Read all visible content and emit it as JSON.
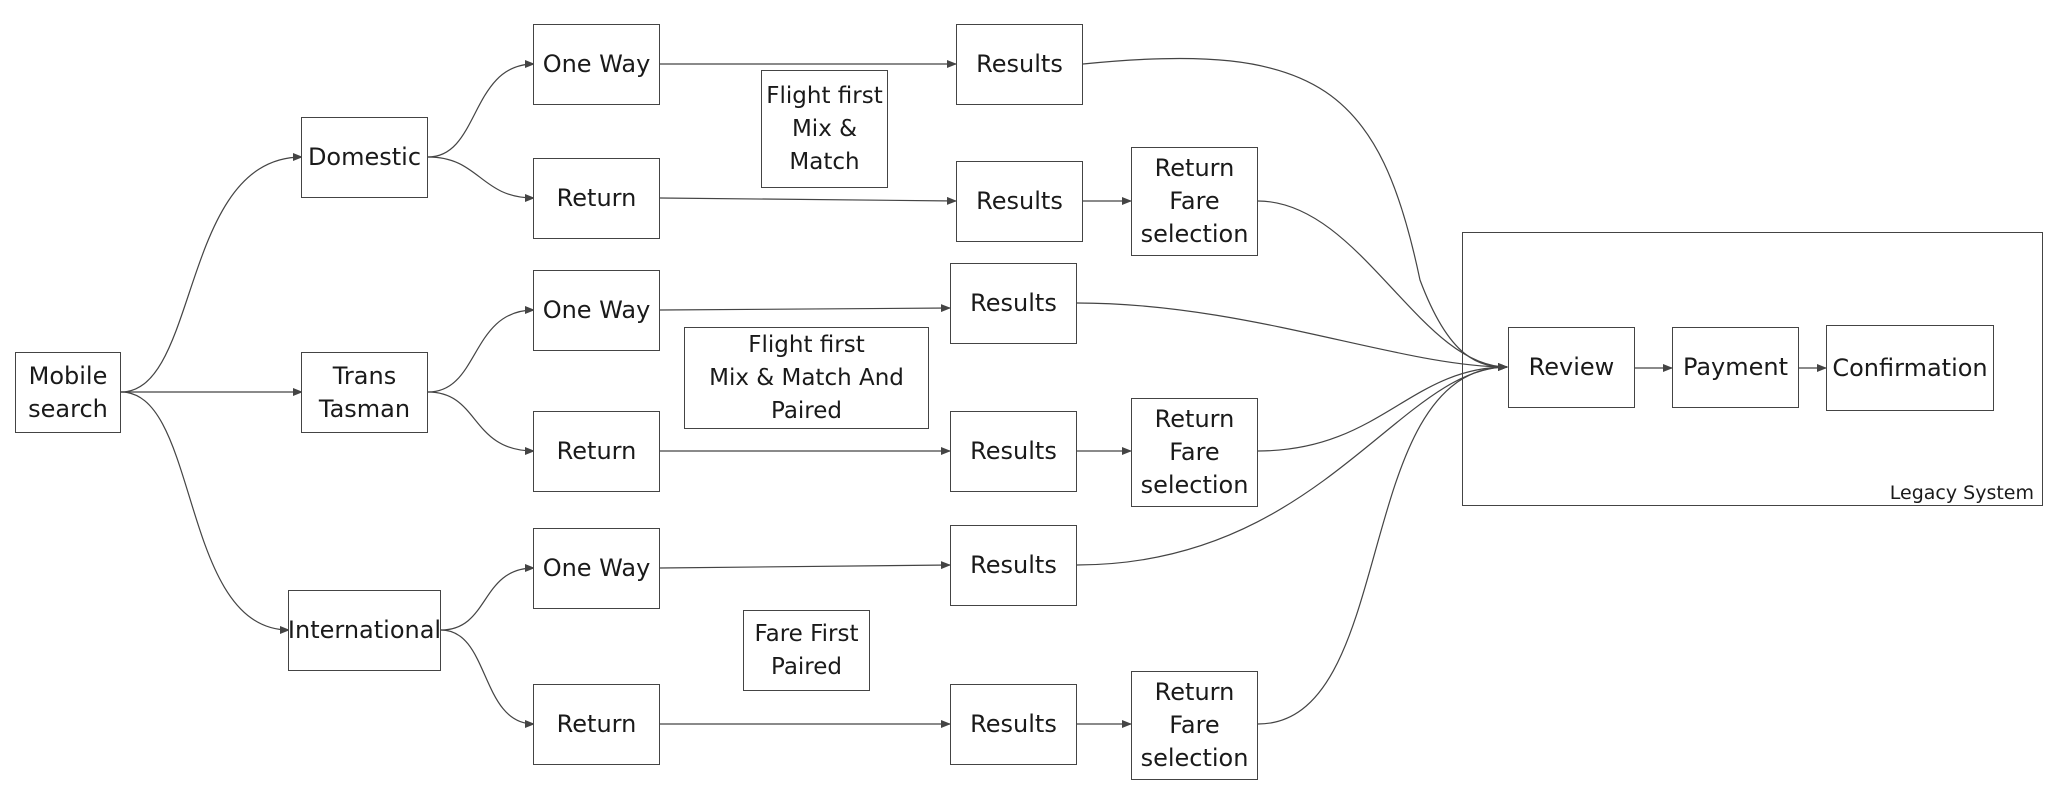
{
  "nodes": {
    "mobile_search": "Mobile\nsearch",
    "domestic": "Domestic",
    "trans_tasman": "Trans\nTasman",
    "international": "International",
    "dom_oneway": "One Way",
    "dom_return": "Return",
    "tt_oneway": "One Way",
    "tt_return": "Return",
    "int_oneway": "One Way",
    "int_return": "Return",
    "dom_oneway_results": "Results",
    "dom_return_results": "Results",
    "tt_oneway_results": "Results",
    "tt_return_results": "Results",
    "int_oneway_results": "Results",
    "int_return_results": "Results",
    "dom_fare_selection": "Return\nFare\nselection",
    "tt_fare_selection": "Return\nFare\nselection",
    "int_fare_selection": "Return\nFare\nselection",
    "review": "Review",
    "payment": "Payment",
    "confirmation": "Confirmation"
  },
  "notes": {
    "domestic_note": "Flight first\nMix &\nMatch",
    "trans_tasman_note": "Flight first\nMix & Match And\nPaired",
    "international_note": "Fare First\nPaired"
  },
  "container": {
    "label": "Legacy System"
  },
  "colors": {
    "line": "#444444",
    "text": "#1a1a1a",
    "background": "#ffffff"
  }
}
